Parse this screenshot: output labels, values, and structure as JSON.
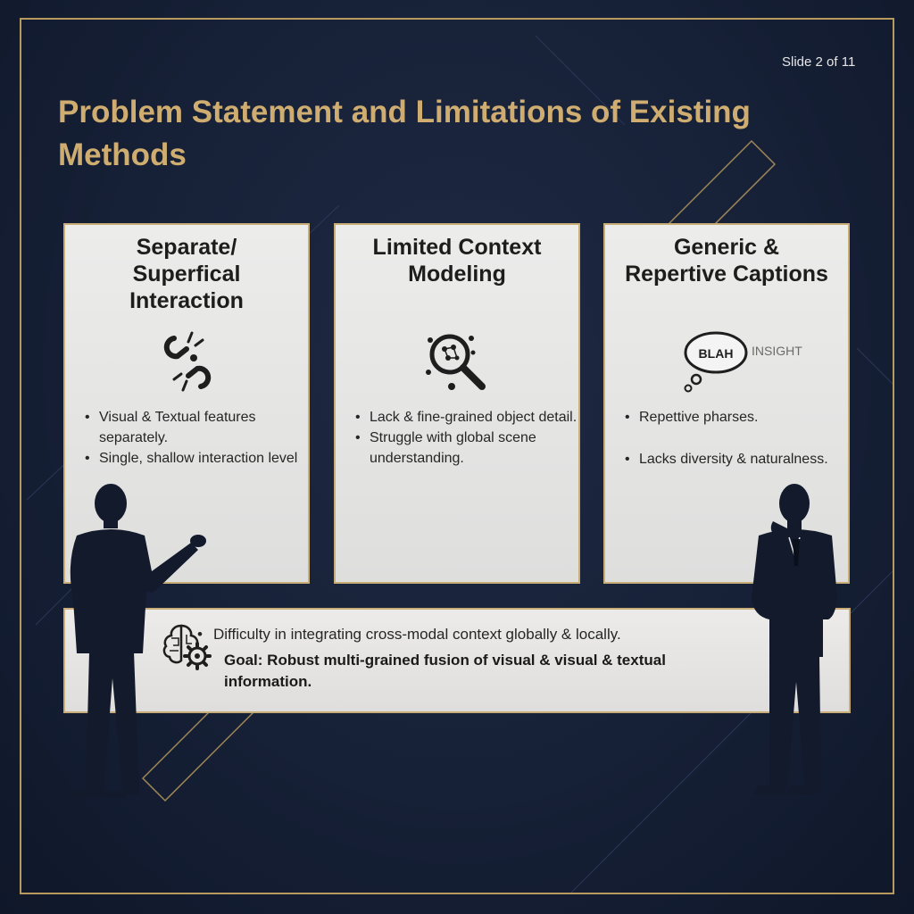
{
  "slide": {
    "number_label": "Slide 2 of 11"
  },
  "header": {
    "title": "Problem Statement and Limitations of Existing Methods"
  },
  "cards": [
    {
      "title": "Separate/ Superfical Interaction",
      "icon": "broken-link-icon",
      "bullets": [
        "Visual & Textual features separately.",
        "Single, shallow interaction level"
      ]
    },
    {
      "title": "Limited Context Modeling",
      "icon": "magnifier-icon",
      "bullets": [
        "Lack & fine-grained object detail.",
        "Struggle with global scene understanding."
      ]
    },
    {
      "title": "Generic & Repertive Captions",
      "icon": "speech-bubble-icon",
      "bubble_text": "BLAH",
      "bubble_side_text": "INSIGHT",
      "bullets": [
        "Repettive pharses.",
        "Lacks diversity & naturalness."
      ]
    }
  ],
  "goal_panel": {
    "icon": "brain-gear-icon",
    "bullet": "Difficulty in integrating cross-modal context globally & locally.",
    "goal": "Goal: Robust multi-grained fusion of visual & visual & textual information."
  },
  "colors": {
    "background": "#162036",
    "accent_gold": "#cfad70",
    "card_bg": "#e6e6e5",
    "silhouette": "#121a2c"
  }
}
